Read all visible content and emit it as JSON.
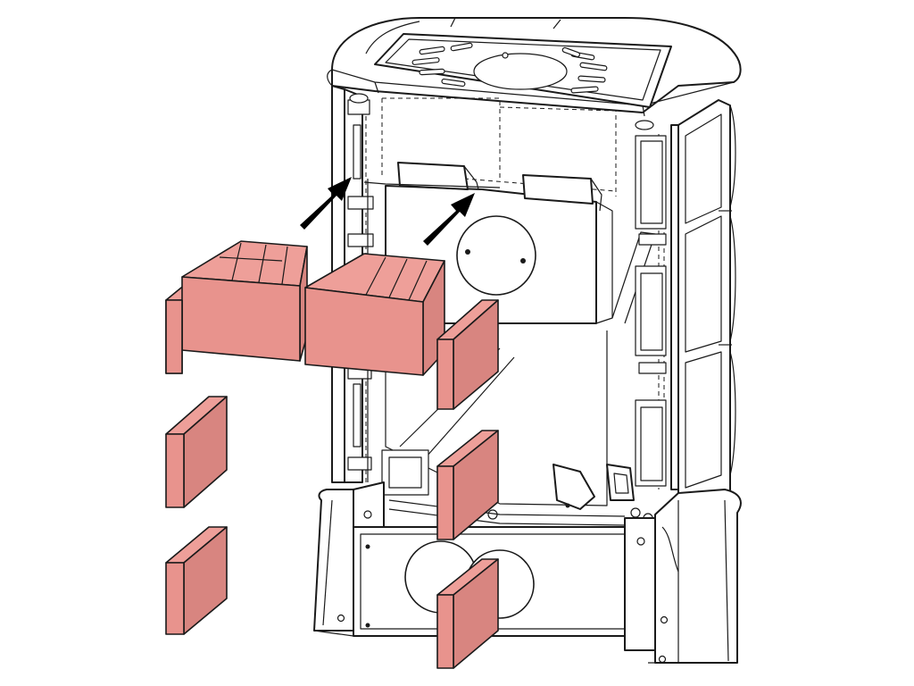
{
  "diagram": {
    "type": "exploded-assembly",
    "subject": "stove-firebox-refractory-bricks",
    "colors": {
      "brick_face": "#e8938d",
      "brick_top": "#ee9f99",
      "brick_side": "#d88580",
      "outline": "#1a1a1a",
      "arrow": "#000000",
      "background": "#ffffff"
    },
    "arrows": [
      {
        "name": "insert-direction-arrow-left"
      },
      {
        "name": "insert-direction-arrow-right"
      }
    ],
    "bricks": [
      {
        "name": "top-baffle-brick-left"
      },
      {
        "name": "top-baffle-brick-right"
      },
      {
        "name": "side-brick-left-upper"
      },
      {
        "name": "side-brick-left-middle"
      },
      {
        "name": "side-brick-left-lower"
      },
      {
        "name": "side-brick-right-upper"
      },
      {
        "name": "side-brick-right-middle"
      },
      {
        "name": "side-brick-right-lower"
      }
    ]
  }
}
